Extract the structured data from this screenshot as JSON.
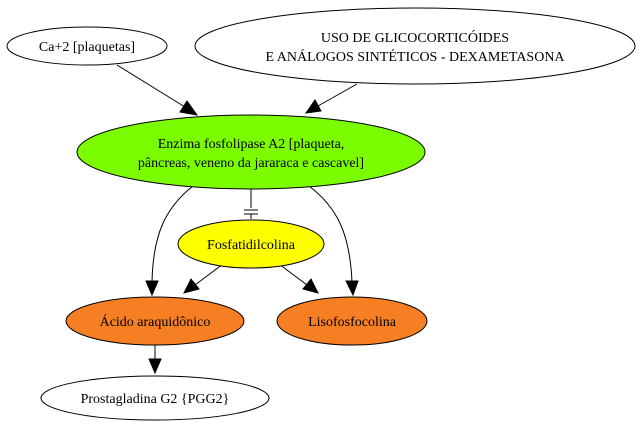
{
  "nodes": [
    {
      "id": "calcium",
      "lines": [
        "Ca+2 [plaquetas]"
      ],
      "fill": "#ffffff"
    },
    {
      "id": "glucocorticoids",
      "lines": [
        "USO DE GLICOCORTICÓIDES",
        "E ANÁLOGOS SINTÉTICOS - DEXAMETASONA"
      ],
      "fill": "#ffffff"
    },
    {
      "id": "phospholipase",
      "lines": [
        "Enzima fosfolipase A2 [plaqueta,",
        "pâncreas, veneno da jararaca e cascavel]"
      ],
      "fill": "#7cfc00"
    },
    {
      "id": "phosphatidylcholine",
      "lines": [
        "Fosfatidilcolina"
      ],
      "fill": "#ffff00"
    },
    {
      "id": "arachidonic",
      "lines": [
        "Ácido araquidônico"
      ],
      "fill": "#f57f22"
    },
    {
      "id": "lysophosphocholine",
      "lines": [
        "Lisofosfocolina"
      ],
      "fill": "#f57f22"
    },
    {
      "id": "prostaglandin",
      "lines": [
        "Prostagladina G2 {PGG2}"
      ],
      "fill": "#ffffff"
    }
  ],
  "edges": [
    {
      "from": "calcium",
      "to": "phospholipase",
      "head": "arrow"
    },
    {
      "from": "glucocorticoids",
      "to": "phospholipase",
      "head": "arrow"
    },
    {
      "from": "phospholipase",
      "to": "phosphatidylcholine",
      "head": "tee"
    },
    {
      "from": "phospholipase",
      "to": "arachidonic",
      "head": "arrow"
    },
    {
      "from": "phospholipase",
      "to": "lysophosphocholine",
      "head": "arrow"
    },
    {
      "from": "phosphatidylcholine",
      "to": "arachidonic",
      "head": "arrow"
    },
    {
      "from": "phosphatidylcholine",
      "to": "lysophosphocholine",
      "head": "arrow"
    },
    {
      "from": "arachidonic",
      "to": "prostaglandin",
      "head": "arrow"
    }
  ]
}
